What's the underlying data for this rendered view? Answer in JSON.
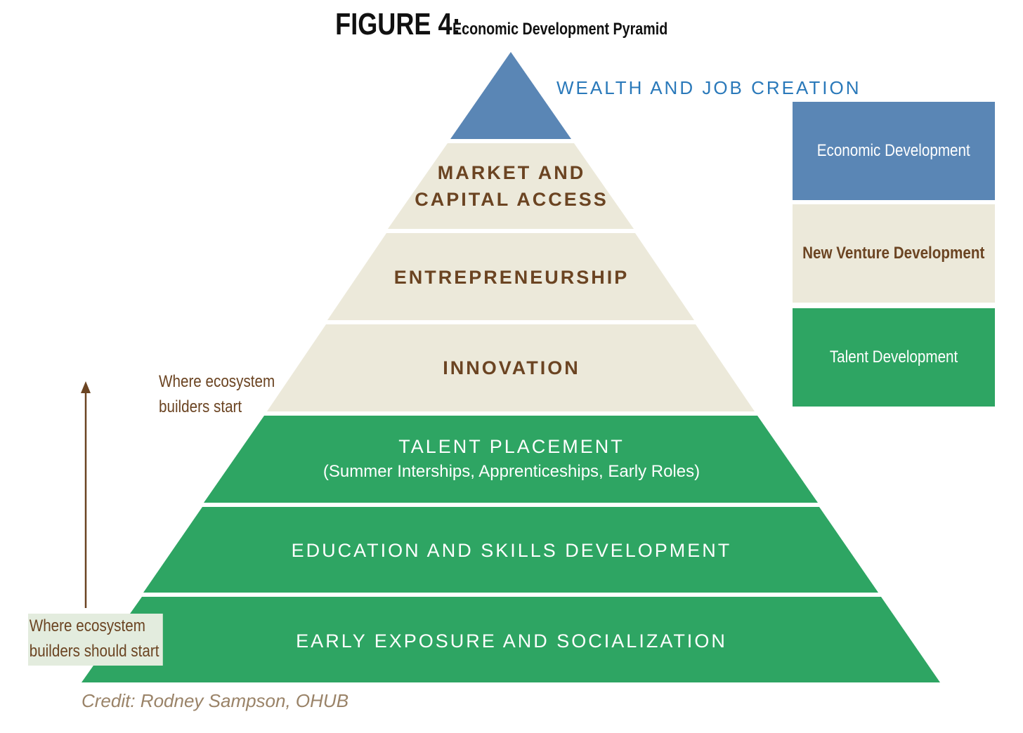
{
  "title": {
    "figure": "FIGURE 4:",
    "subtitle": "Economic Development Pyramid"
  },
  "apex": {
    "label": "WEALTH AND JOB CREATION",
    "color": "#5a86b5"
  },
  "tiers": [
    {
      "lines": [
        "MARKET AND",
        "CAPITAL ACCESS"
      ],
      "category": "New Venture Development"
    },
    {
      "lines": [
        "ENTREPRENEURSHIP"
      ],
      "category": "New Venture Development"
    },
    {
      "lines": [
        "INNOVATION"
      ],
      "category": "New Venture Development"
    },
    {
      "lines": [
        "TALENT PLACEMENT"
      ],
      "sub": "(Summer Interships, Apprenticeships, Early Roles)",
      "category": "Talent Development"
    },
    {
      "lines": [
        "EDUCATION AND SKILLS DEVELOPMENT"
      ],
      "category": "Talent Development"
    },
    {
      "lines": [
        "EARLY EXPOSURE AND SOCIALIZATION"
      ],
      "category": "Talent Development"
    }
  ],
  "legend": [
    {
      "label": "Economic Development",
      "color": "#5a86b5"
    },
    {
      "label": "New Venture Development",
      "color": "#ece9da"
    },
    {
      "label": "Talent Development",
      "color": "#2ea563"
    }
  ],
  "notes": {
    "where_start": [
      "Where ecosystem",
      "builders start"
    ],
    "where_should_start": [
      "Where ecosystem",
      "builders should start"
    ]
  },
  "credit": "Credit: Rodney Sampson, OHUB",
  "colors": {
    "blue": "#5a86b5",
    "tan": "#ece9da",
    "green": "#2ea563",
    "brown_text": "#6b4422",
    "apex_text": "#2a79ba",
    "arrow": "#6b4422"
  }
}
